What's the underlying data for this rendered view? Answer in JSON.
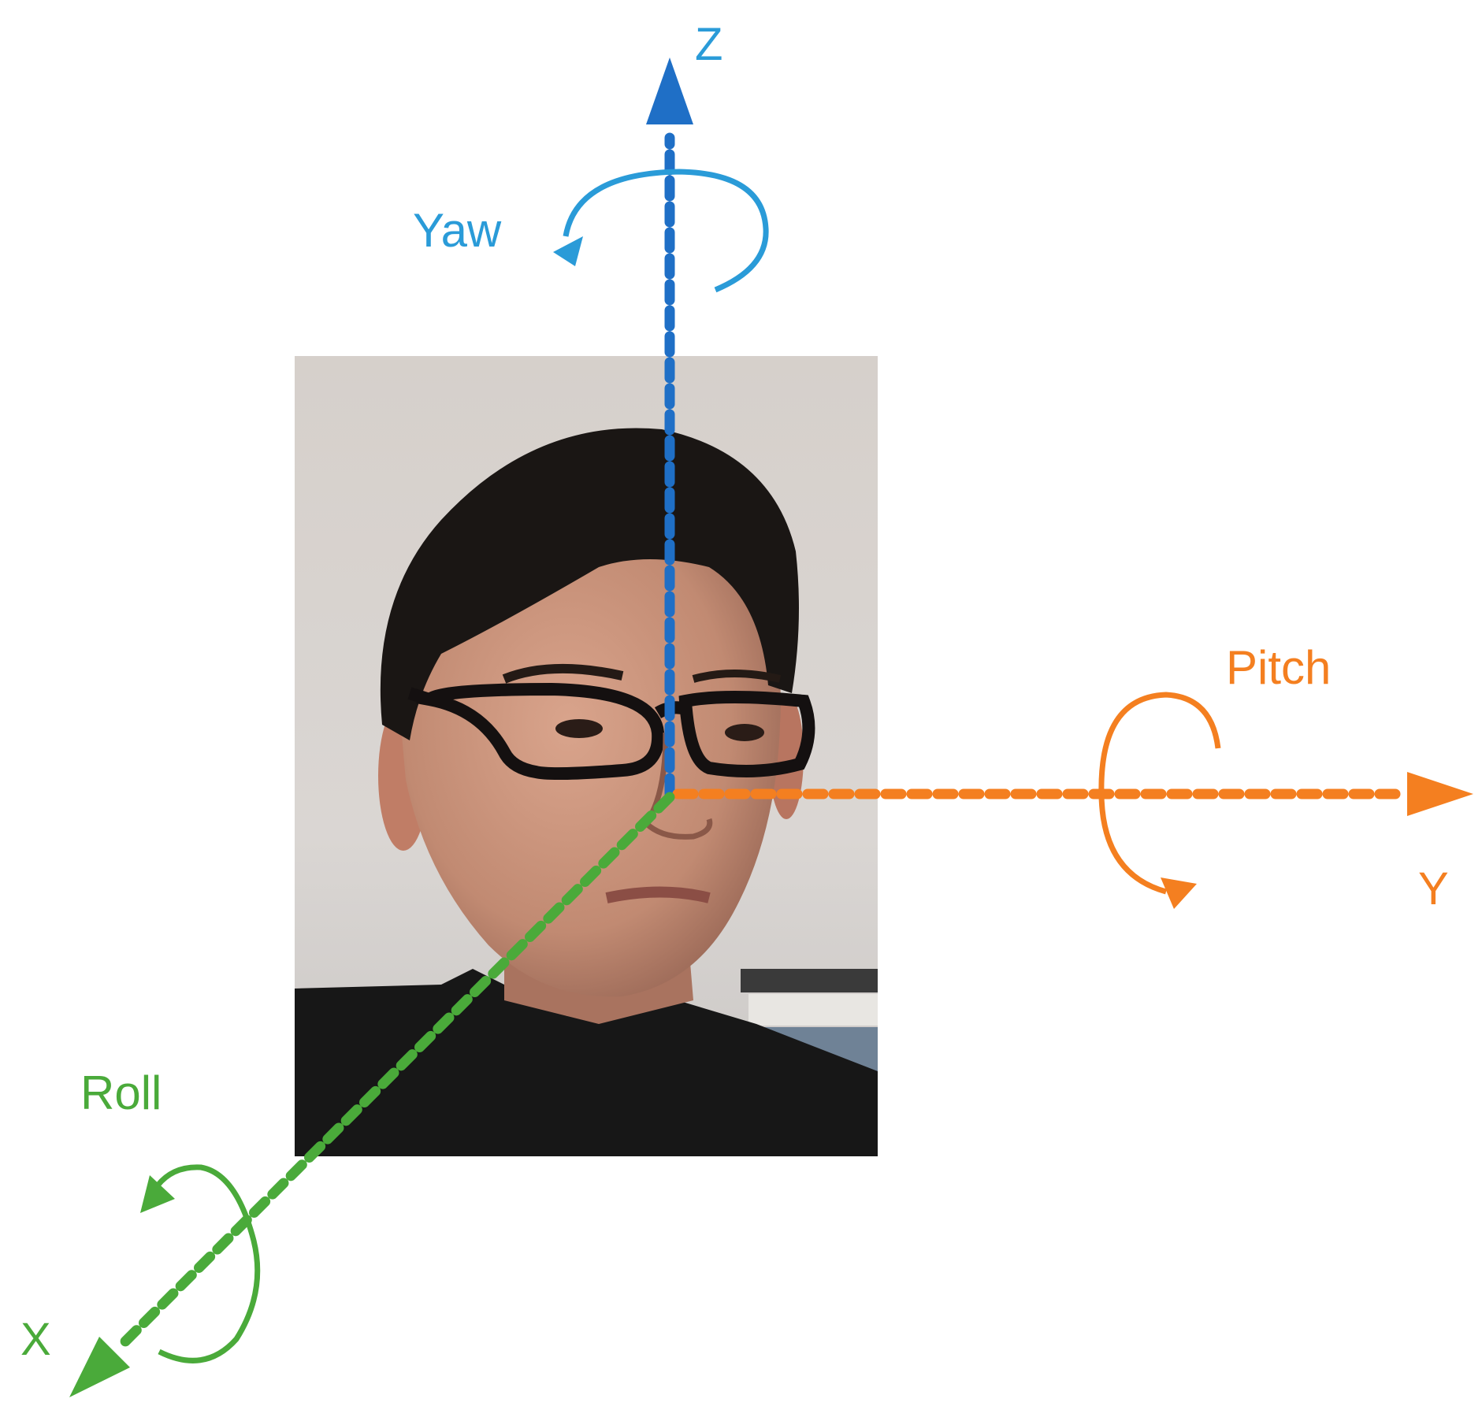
{
  "axes": {
    "z": {
      "label": "Z",
      "rotation_label": "Yaw",
      "color": "#1f6fc6",
      "rotation_color": "#2a9bd8"
    },
    "y": {
      "label": "Y",
      "rotation_label": "Pitch",
      "color": "#f47f20"
    },
    "x": {
      "label": "X",
      "rotation_label": "Roll",
      "color": "#4aaa3a"
    }
  },
  "photo": {
    "subject": "portrait photo of a man with black-framed glasses"
  }
}
